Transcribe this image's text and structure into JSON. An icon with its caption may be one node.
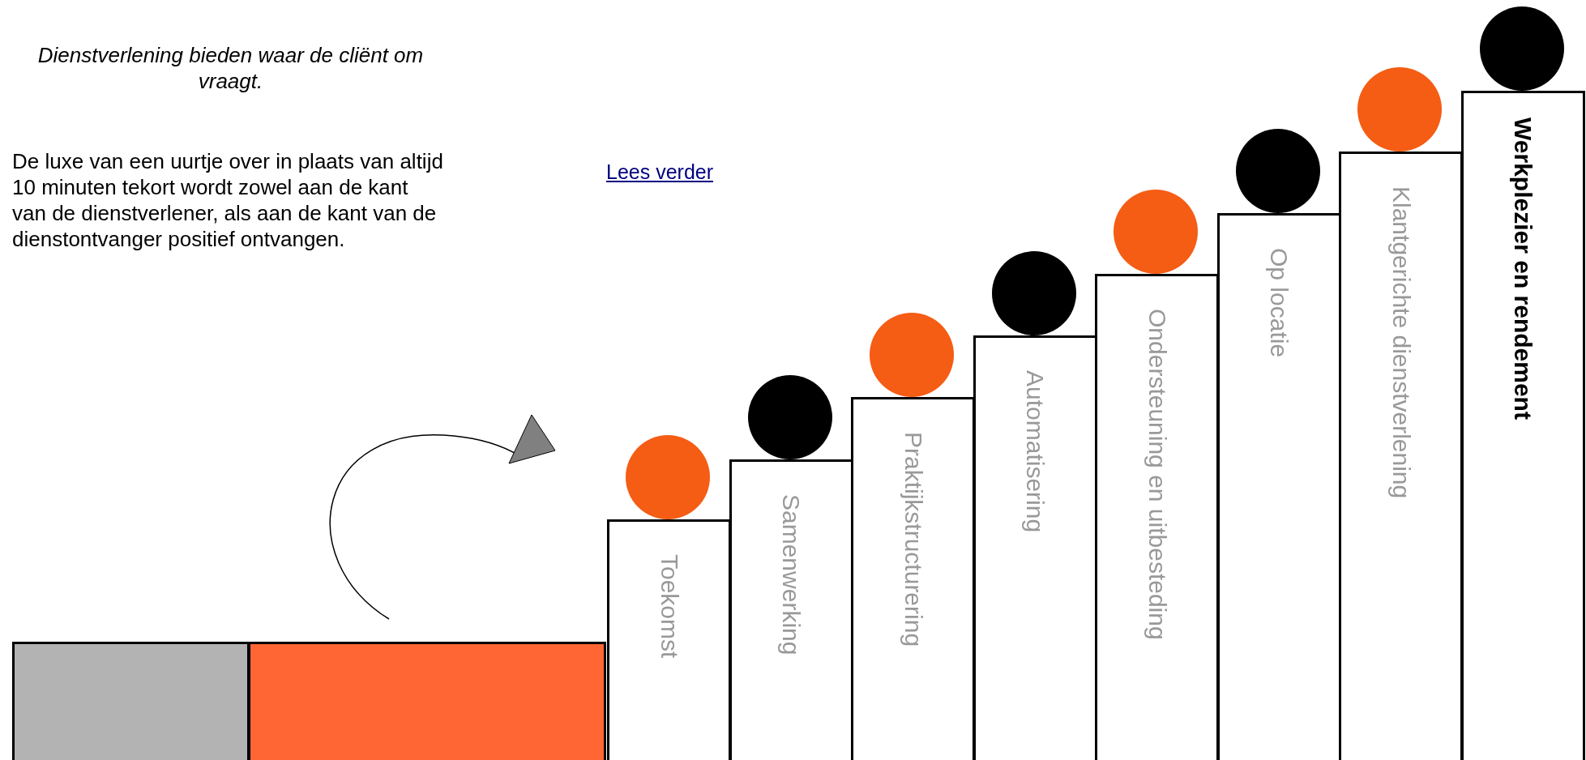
{
  "diagram": {
    "nodes": [
      {
        "text": [],
        "shape": "bar"
      },
      {
        "text": [],
        "shape": "bar"
      },
      {
        "text": [
          "Toekomst"
        ]
      },
      {
        "text": [
          "Samenwerking"
        ]
      },
      {
        "text": [
          "Praktijkstructurering"
        ]
      },
      {
        "text": [
          "Automatisering"
        ]
      },
      {
        "text": [
          "Ondersteuning en uitbesteding"
        ]
      },
      {
        "text": [
          "Op locatie"
        ]
      },
      {
        "text": [
          "Klantgerichte dienstverlening"
        ]
      },
      {
        "text": [
          "Werkplezier en rendement"
        ]
      },
      {
        "text": [],
        "shape": "circle"
      },
      {
        "text": [],
        "shape": "circle"
      },
      {
        "text": [],
        "shape": "circle"
      },
      {
        "text": [],
        "shape": "circle"
      },
      {
        "text": [],
        "shape": "circle"
      },
      {
        "text": [],
        "shape": "circle"
      },
      {
        "text": [],
        "shape": "circle"
      },
      {
        "text": [],
        "shape": "circle"
      }
    ],
    "edges": [],
    "labels": [
      "Dienstverlening bieden waar de cliënt om vraagt.",
      "De luxe van een uurtje over in plaats van altijd 10 minuten tekort wordt zowel aan de kant van de dienstverlener, als aan de kant van de dienstontvanger positief ontvangen.",
      "Lees verder"
    ]
  }
}
